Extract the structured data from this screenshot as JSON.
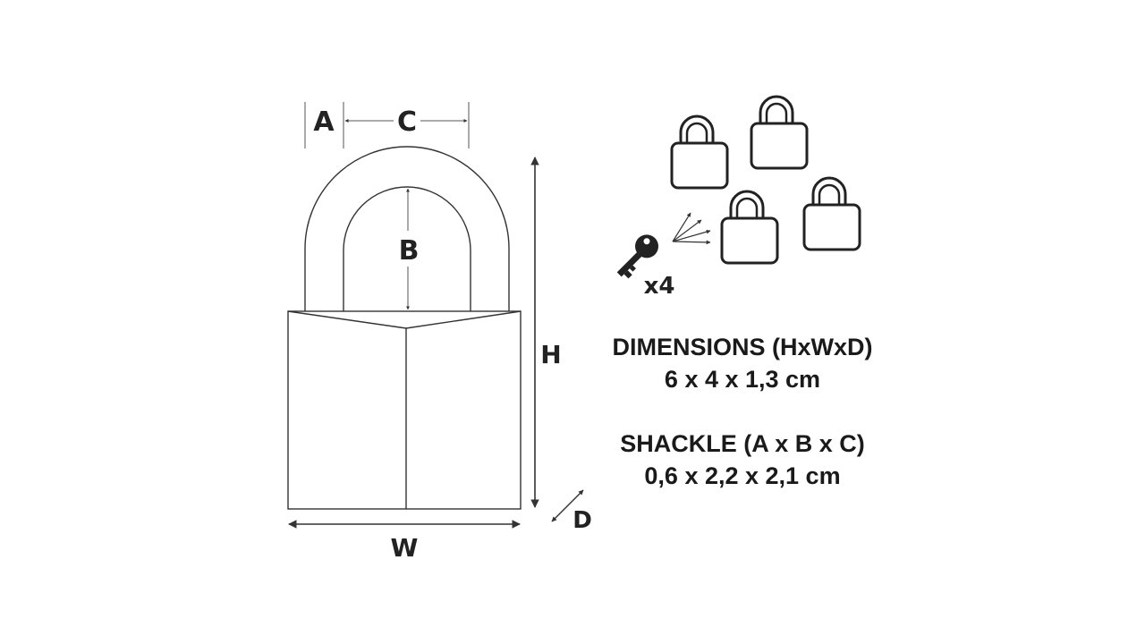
{
  "labels": {
    "a": "A",
    "b": "B",
    "c": "C",
    "d": "D",
    "h": "H",
    "w": "W",
    "key_count": "x4"
  },
  "specs": {
    "dimensions_title": "DIMENSIONS (HxWxD)",
    "dimensions_value": "6 x 4 x 1,3 cm",
    "shackle_title": "SHACKLE (A x B x C)",
    "shackle_value": "0,6 x 2,2 x 2,1 cm"
  },
  "icons": {
    "padlock_outline": "padlock-icon",
    "key": "key-icon"
  },
  "colors": {
    "line": "#333333",
    "text": "#1a1a1a",
    "background": "#ffffff"
  }
}
